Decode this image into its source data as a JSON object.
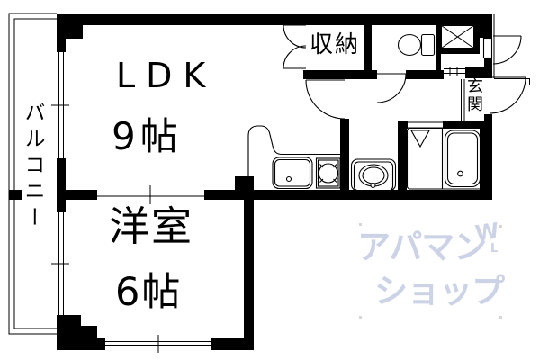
{
  "floor_plan": {
    "rooms": {
      "ldk": {
        "label": "LDK",
        "size": "9帖"
      },
      "western_room": {
        "label": "洋室",
        "size": "6帖"
      },
      "closet": {
        "label": "収納"
      },
      "entrance": {
        "label": "玄関"
      },
      "balcony": {
        "label": "バルコニー"
      }
    },
    "colors": {
      "wall": "#000000",
      "background": "#ffffff",
      "watermark": "#ccd3e6"
    },
    "watermark": {
      "line1": "アパマン",
      "line2": "ショップ",
      "mark_top": "W",
      "mark_bottom": "L"
    }
  }
}
